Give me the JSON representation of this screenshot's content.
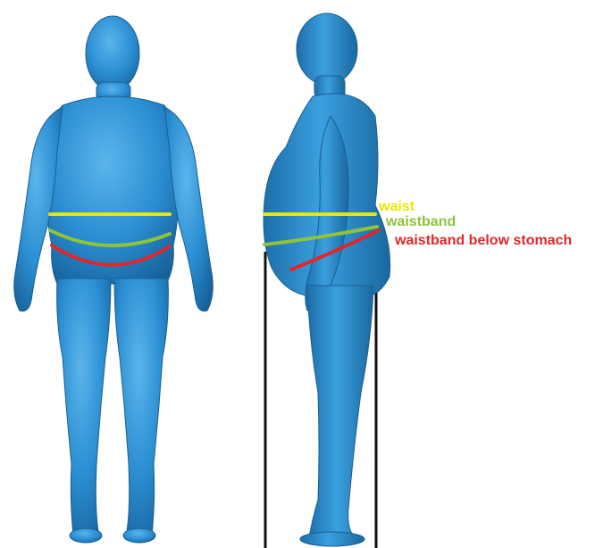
{
  "colors": {
    "body": "#2b8fd3",
    "body_dark": "#1c6ea8",
    "body_light": "#6ec0f0",
    "background": "#ffffff",
    "frame": "#111111"
  },
  "measurements": [
    {
      "key": "waist",
      "label": "waist",
      "color": "#e8e800"
    },
    {
      "key": "waistband",
      "label": "waistband",
      "color": "#8fc33a"
    },
    {
      "key": "below_stomach",
      "label": "waistband below stomach",
      "color": "#e0262b"
    }
  ]
}
